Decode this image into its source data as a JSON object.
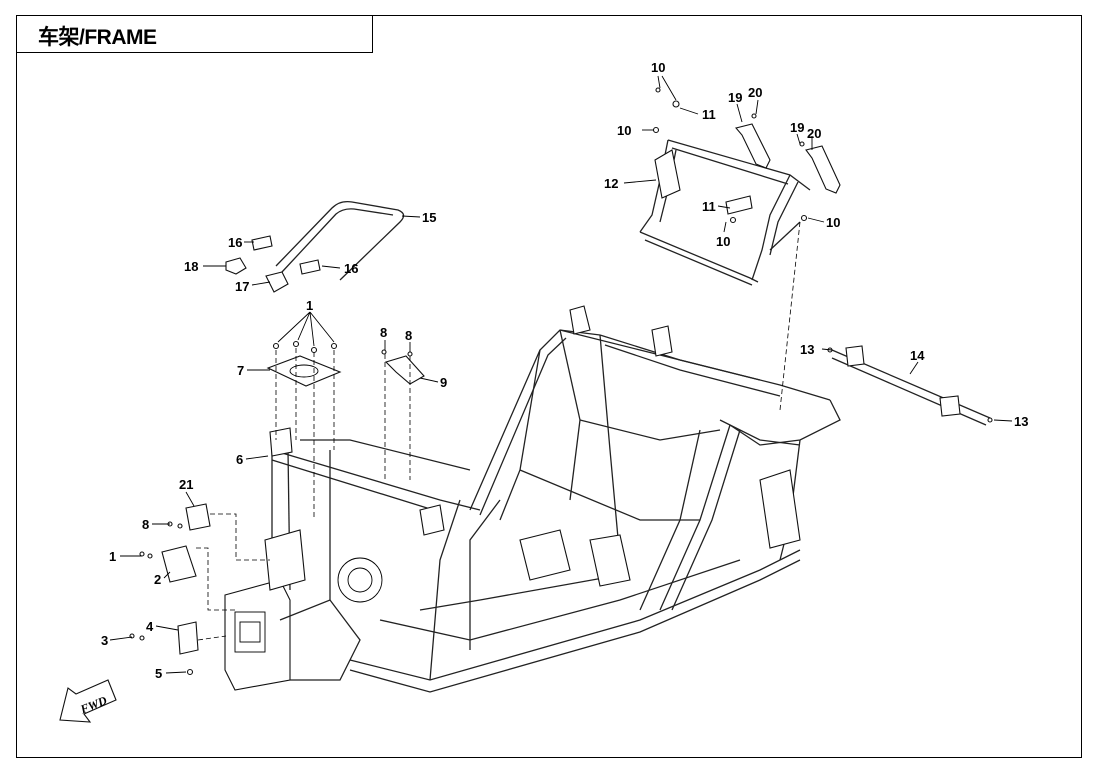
{
  "title": "车架/FRAME",
  "fwd_label": "FWD",
  "callouts": [
    {
      "id": "c10a",
      "text": "10"
    },
    {
      "id": "c19a",
      "text": "19"
    },
    {
      "id": "c20a",
      "text": "20"
    },
    {
      "id": "c11a",
      "text": "11"
    },
    {
      "id": "c10b",
      "text": "10"
    },
    {
      "id": "c19b",
      "text": "19"
    },
    {
      "id": "c20b",
      "text": "20"
    },
    {
      "id": "c12",
      "text": "12"
    },
    {
      "id": "c11b",
      "text": "11"
    },
    {
      "id": "c10c",
      "text": "10"
    },
    {
      "id": "c10d",
      "text": "10"
    },
    {
      "id": "c15",
      "text": "15"
    },
    {
      "id": "c16a",
      "text": "16"
    },
    {
      "id": "c18",
      "text": "18"
    },
    {
      "id": "c16b",
      "text": "16"
    },
    {
      "id": "c17",
      "text": "17"
    },
    {
      "id": "c1a",
      "text": "1"
    },
    {
      "id": "c8a",
      "text": "8"
    },
    {
      "id": "c8b",
      "text": "8"
    },
    {
      "id": "c7",
      "text": "7"
    },
    {
      "id": "c9",
      "text": "9"
    },
    {
      "id": "c13a",
      "text": "13"
    },
    {
      "id": "c14",
      "text": "14"
    },
    {
      "id": "c13b",
      "text": "13"
    },
    {
      "id": "c6",
      "text": "6"
    },
    {
      "id": "c21",
      "text": "21"
    },
    {
      "id": "c8c",
      "text": "8"
    },
    {
      "id": "c1b",
      "text": "1"
    },
    {
      "id": "c2",
      "text": "2"
    },
    {
      "id": "c4",
      "text": "4"
    },
    {
      "id": "c3",
      "text": "3"
    },
    {
      "id": "c5",
      "text": "5"
    }
  ]
}
